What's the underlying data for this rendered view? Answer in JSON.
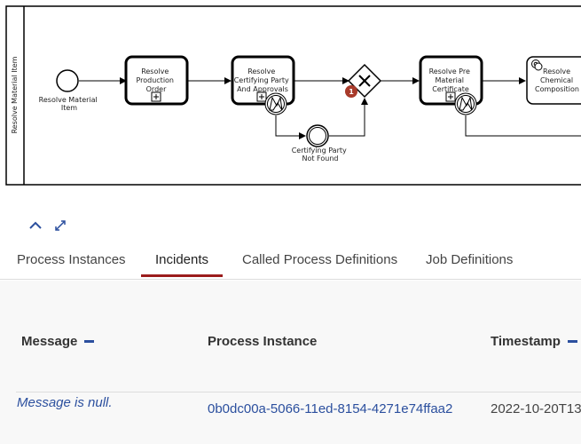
{
  "diagram": {
    "lane": "Resolve Material Item",
    "start_event": [
      "Resolve Material",
      "Item"
    ],
    "task_production_order": [
      "Resolve",
      "Production",
      "Order"
    ],
    "task_certifying_party": [
      "Resolve",
      "Certifying Party",
      "And Approvals"
    ],
    "incident_count": "1",
    "task_pre_material": [
      "Resolve Pre",
      "Material",
      "Certificate"
    ],
    "task_chemical": [
      "Resolve",
      "Chemical",
      "Composition"
    ],
    "end_event": [
      "Certifying Party",
      "Not Found"
    ]
  },
  "tabs": [
    {
      "label": "Process Instances",
      "active": false
    },
    {
      "label": "Incidents",
      "active": true
    },
    {
      "label": "Called Process Definitions",
      "active": false
    },
    {
      "label": "Job Definitions",
      "active": false
    }
  ],
  "table": {
    "headers": [
      "Message",
      "Process Instance",
      "Timestamp"
    ],
    "rows": [
      {
        "message": "Message is null.",
        "process_instance": "0b0dc00a-5066-11ed-8154-4271e74ffaa2",
        "timestamp": "2022-10-20T13"
      }
    ]
  },
  "colors": {
    "accent": "#9b1c1c",
    "link": "#2b4f9e",
    "incident_badge": "#a83a2a"
  }
}
